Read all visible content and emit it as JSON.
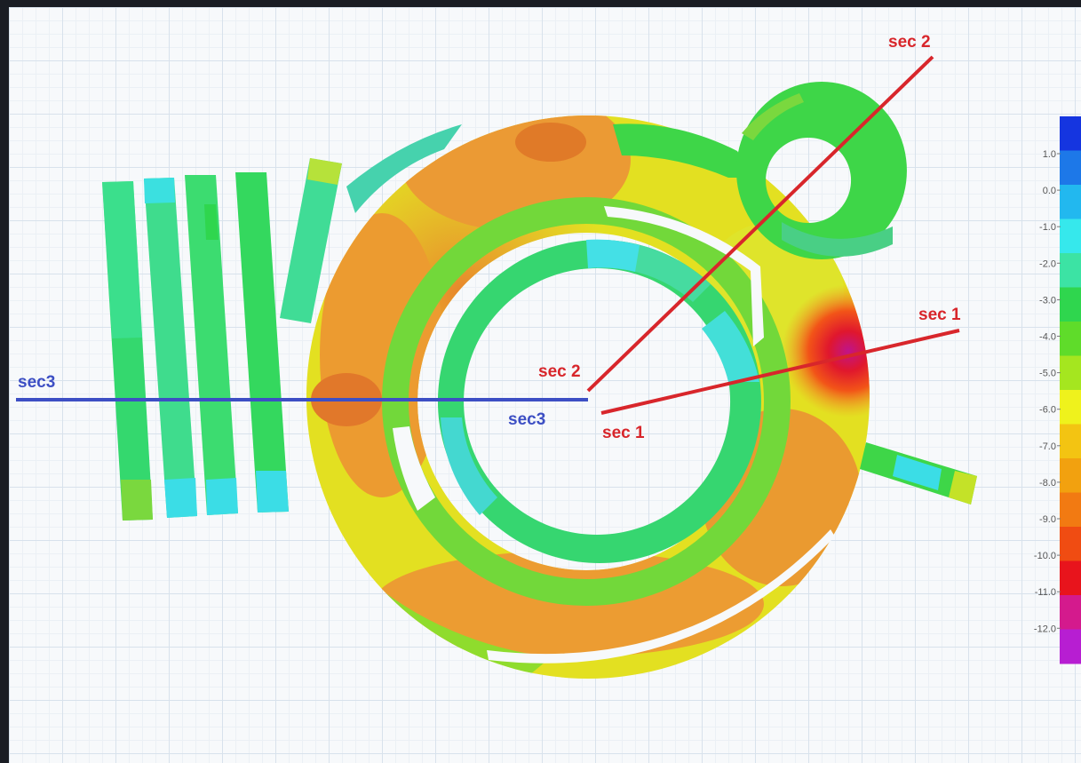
{
  "section_lines": {
    "sec1": {
      "label_end": "sec 1",
      "label_origin": "sec 1",
      "color": "#d8262b"
    },
    "sec2": {
      "label_end": "sec 2",
      "label_origin": "sec 2",
      "color": "#d8262b"
    },
    "sec3": {
      "label_end": "sec3",
      "label_origin": "sec3",
      "color": "#3d4fc4"
    }
  },
  "legend": {
    "ticks": [
      "1.0",
      "0.0",
      "-1.0",
      "-2.0",
      "-3.0",
      "-4.0",
      "-5.0",
      "-6.0",
      "-7.0",
      "-8.0",
      "-9.0",
      "-10.0",
      "-11.0",
      "-12.0"
    ],
    "colors": [
      "#1535e0",
      "#1d78e8",
      "#22b8ef",
      "#36e8ec",
      "#3ce3a4",
      "#2fd64e",
      "#5fdc2a",
      "#a5e61f",
      "#eff21c",
      "#f3c412",
      "#f2a10f",
      "#f27a12",
      "#f04c12",
      "#e8141c",
      "#d41a8d",
      "#b71ed2"
    ]
  },
  "colors": {
    "background": "#f7f9fb",
    "grid": "#d8e2ec",
    "green": "#3bd54a",
    "cyan": "#46e0e5",
    "yellow": "#e3e021",
    "orange": "#ec9d33",
    "red": "#e01730"
  }
}
